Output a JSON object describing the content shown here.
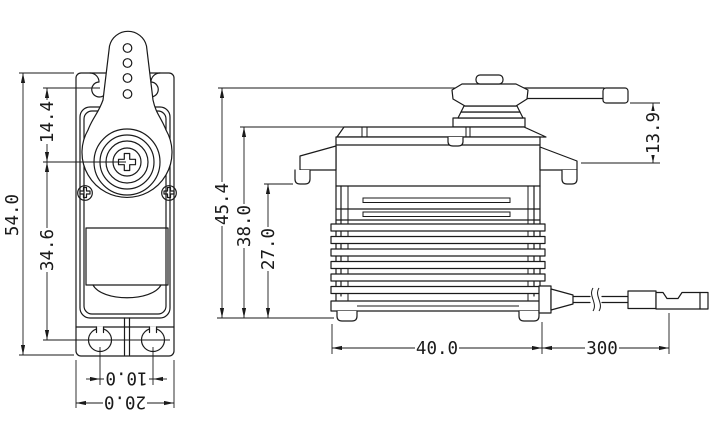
{
  "colors": {
    "background": "#ffffff",
    "line": "#1a1a1a"
  },
  "views": {
    "side": {
      "dims": {
        "overall_height": "54.0",
        "hub_to_mount": "34.6",
        "top_to_hub": "14.4",
        "hole_spacing": "10.0",
        "width": "20.0"
      }
    },
    "front": {
      "dims": {
        "overall_height": "45.4",
        "case_height": "38.0",
        "body_height": "27.0",
        "horn_offset": "13.9",
        "length": "40.0",
        "cable_length": "300"
      }
    }
  }
}
